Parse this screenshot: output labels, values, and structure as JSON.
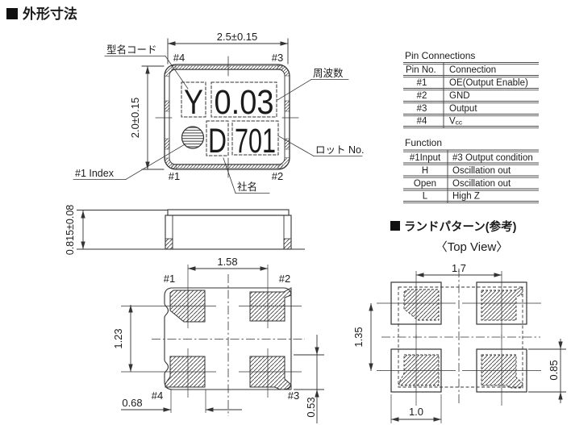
{
  "page": {
    "title": "外形寸法"
  },
  "top_view": {
    "dim_width": "2.5±0.15",
    "dim_height": "2.0±0.15",
    "pins": {
      "p1": "#1",
      "p2": "#2",
      "p3": "#3",
      "p4": "#4"
    },
    "callouts": {
      "model_code": "型名コード",
      "frequency": "周波数",
      "lot_no": "ロット No.",
      "index": "#1 Index",
      "company": "社名"
    },
    "markings": {
      "code": "Y",
      "freq": "0.03",
      "company": "D",
      "lot": "701"
    }
  },
  "side_view": {
    "dim_height": "0.815±0.08"
  },
  "bottom_view": {
    "dims": {
      "pitch_x": "1.58",
      "pitch_y": "1.23",
      "pad_w": "0.68",
      "pad_h": "0.53"
    },
    "pins": {
      "p1": "#1",
      "p2": "#2",
      "p3": "#3",
      "p4": "#4"
    }
  },
  "land_pattern": {
    "title": "ランドパターン(参考)",
    "subtitle": "〈Top View〉",
    "dims": {
      "pitch_x": "1.7",
      "pitch_y": "1.35",
      "pad_w": "1.0",
      "pad_h": "0.85"
    }
  },
  "tables": {
    "pin": {
      "title": "Pin Connections",
      "headers": [
        "Pin No.",
        "Connection"
      ],
      "rows": [
        {
          "pin": "#1",
          "connection": "OE(Output Enable)"
        },
        {
          "pin": "#2",
          "connection": "GND"
        },
        {
          "pin": "#3",
          "connection": "Output"
        },
        {
          "pin": "#4",
          "connection_base": "V",
          "connection_sub": "cc"
        }
      ]
    },
    "function": {
      "title": "Function",
      "headers": [
        "#1Input",
        "#3 Output condition"
      ],
      "rows": [
        {
          "input": "H",
          "output": "Oscillation out"
        },
        {
          "input": "Open",
          "output": "Oscillation out"
        },
        {
          "input": "L",
          "output": "High Z"
        }
      ]
    }
  },
  "colors": {
    "line": "#3a3a3a",
    "text": "#1b1b1b",
    "background": "#ffffff"
  }
}
